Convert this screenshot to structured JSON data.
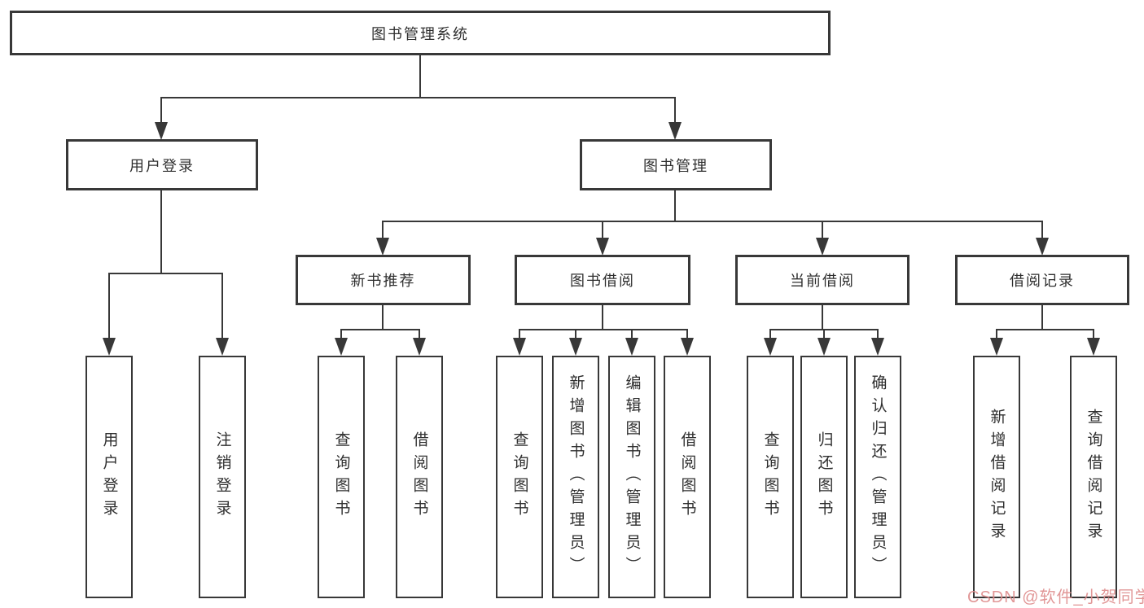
{
  "diagram_title": "图书管理系统",
  "tree": {
    "label": "图书管理系统",
    "children": [
      {
        "label": "用户登录",
        "children": [
          {
            "label": "用户登录"
          },
          {
            "label": "注销登录"
          }
        ]
      },
      {
        "label": "图书管理",
        "children": [
          {
            "label": "新书推荐",
            "children": [
              {
                "label": "查询图书"
              },
              {
                "label": "借阅图书"
              }
            ]
          },
          {
            "label": "图书借阅",
            "children": [
              {
                "label": "查询图书"
              },
              {
                "label": "新增图书（管理员）"
              },
              {
                "label": "编辑图书（管理员）"
              },
              {
                "label": "借阅图书"
              }
            ]
          },
          {
            "label": "当前借阅",
            "children": [
              {
                "label": "查询图书"
              },
              {
                "label": "归还图书"
              },
              {
                "label": "确认归还（管理员）"
              }
            ]
          },
          {
            "label": "借阅记录",
            "children": [
              {
                "label": "新增借阅记录"
              },
              {
                "label": "查询借阅记录"
              }
            ]
          }
        ]
      }
    ]
  },
  "watermark": {
    "text": "CSDN @软件_小贺同学"
  },
  "colors": {
    "line": "#383838",
    "box_border": "#383838",
    "text": "#2f2f2f",
    "background": "#ffffff",
    "watermark": "#de8c8c"
  }
}
